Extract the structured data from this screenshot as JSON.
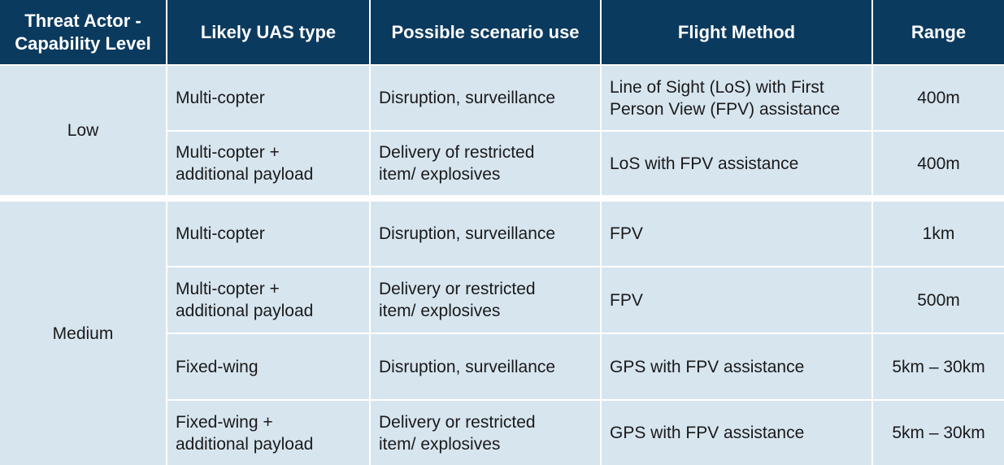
{
  "headers": [
    "Threat Actor -\nCapability Level",
    "Likely UAS type",
    "Possible scenario use",
    "Flight Method",
    "Range"
  ],
  "groups": [
    {
      "level": "Low",
      "rows": [
        {
          "uas_type": "Multi-copter",
          "scenario": "Disruption, surveillance",
          "flight_method": "Line of Sight (LoS) with First\nPerson View (FPV) assistance",
          "range": "400m"
        },
        {
          "uas_type": "Multi-copter +\nadditional payload",
          "scenario": "Delivery of restricted\nitem/ explosives",
          "flight_method": "LoS with FPV assistance",
          "range": "400m"
        }
      ]
    },
    {
      "level": "Medium",
      "rows": [
        {
          "uas_type": "Multi-copter",
          "scenario": "Disruption, surveillance",
          "flight_method": "FPV",
          "range": "1km"
        },
        {
          "uas_type": "Multi-copter +\nadditional payload",
          "scenario": "Delivery or restricted\nitem/ explosives",
          "flight_method": "FPV",
          "range": "500m"
        },
        {
          "uas_type": "Fixed-wing",
          "scenario": "Disruption, surveillance",
          "flight_method": "GPS with FPV assistance",
          "range": "5km – 30km"
        },
        {
          "uas_type": "Fixed-wing +\nadditional payload",
          "scenario": "Delivery or restricted\nitem/ explosives",
          "flight_method": "GPS with FPV assistance",
          "range": "5km – 30km"
        }
      ]
    }
  ],
  "colors": {
    "header_bg": "#0b3a5f",
    "header_text": "#ffffff",
    "body_bg": "#d7e5ef",
    "body_text": "#1a1a1a",
    "grid": "#ffffff"
  }
}
